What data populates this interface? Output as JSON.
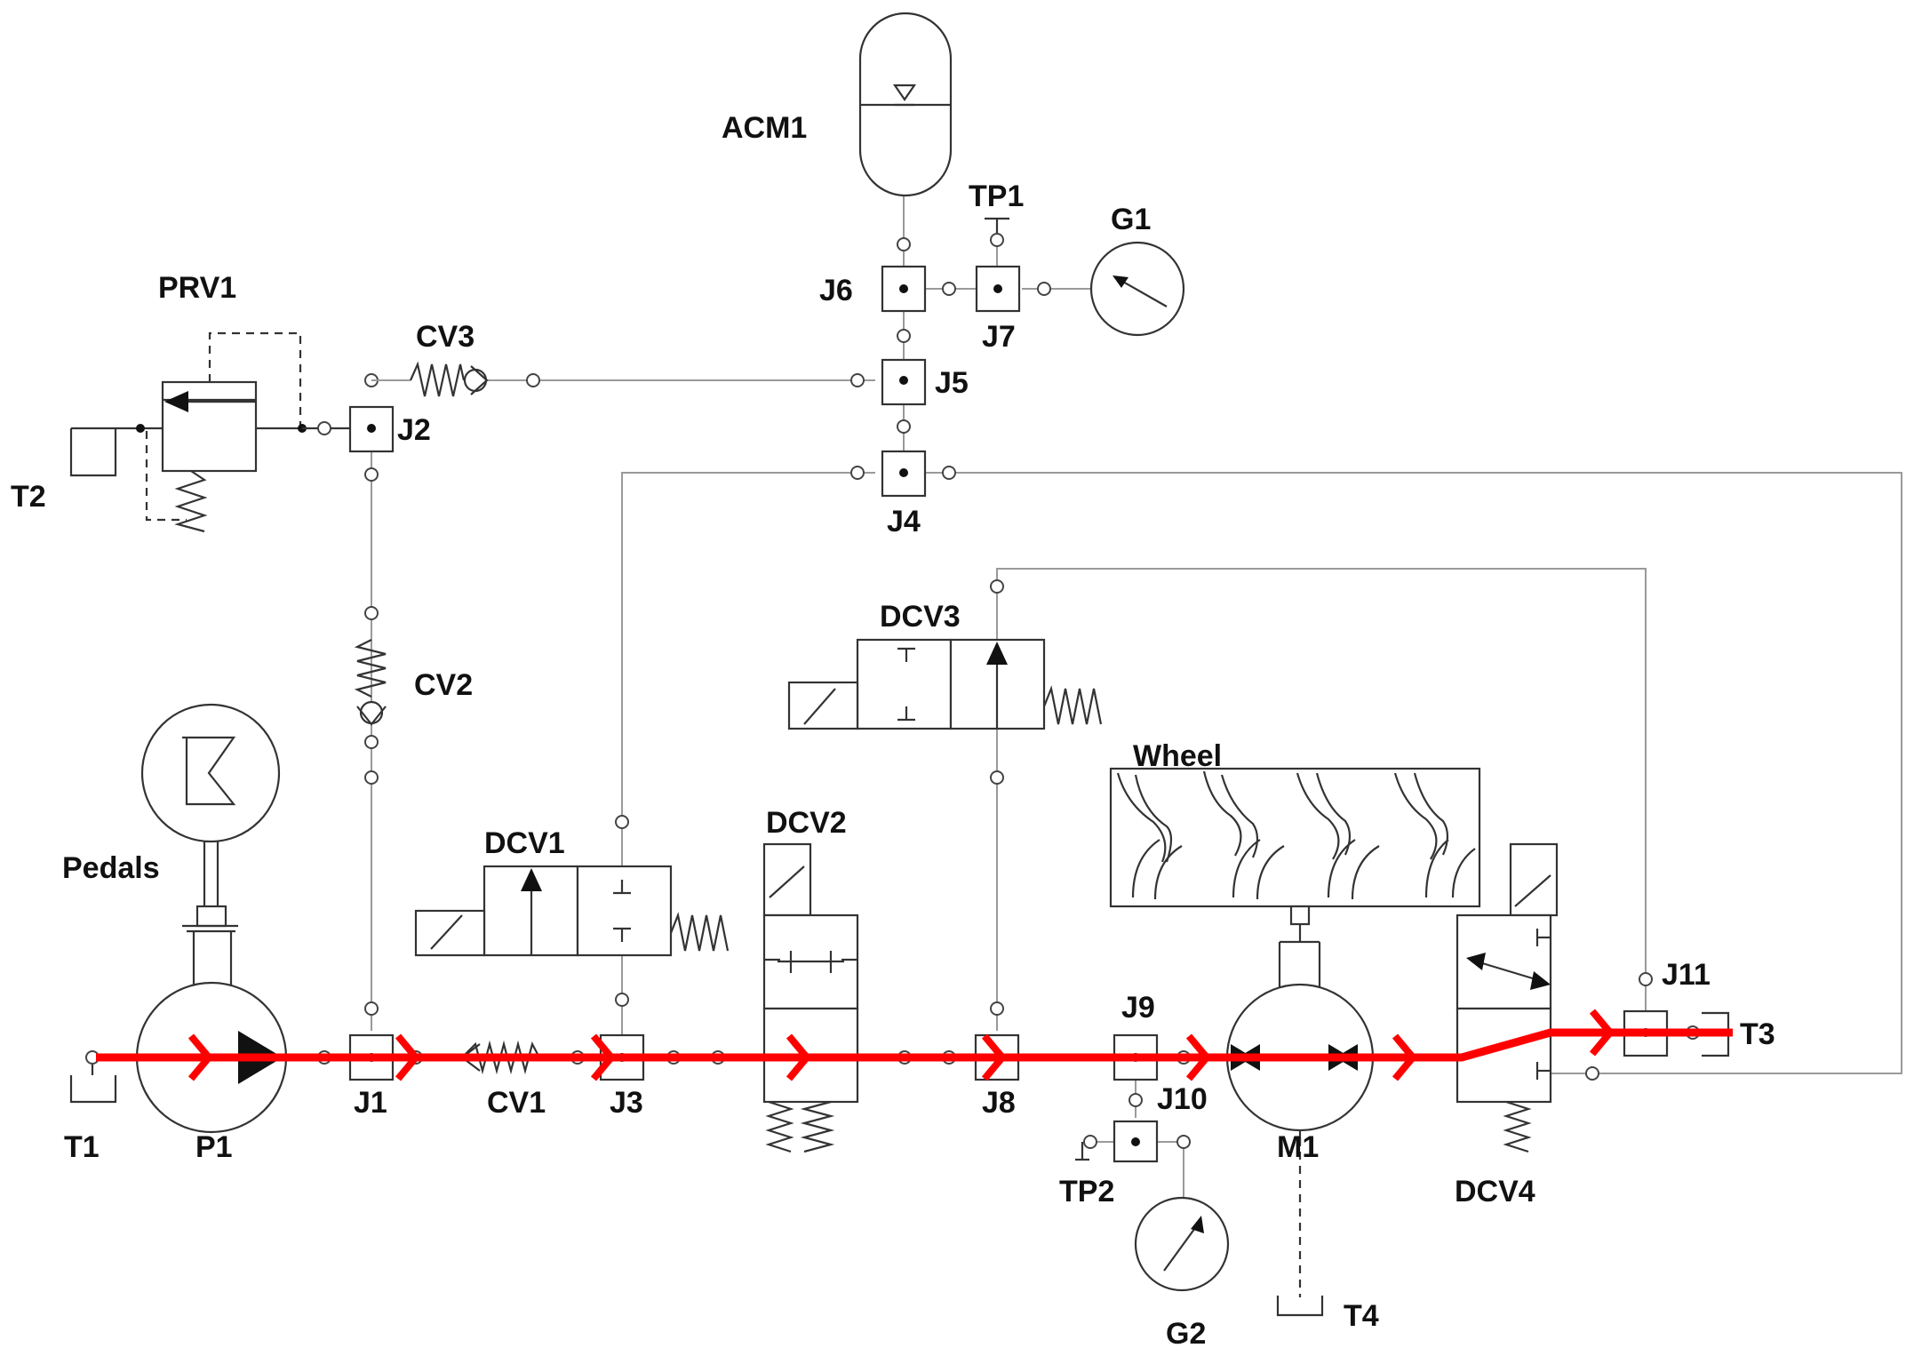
{
  "diagram": {
    "labels": {
      "acm1": "ACM1",
      "tp1": "TP1",
      "g1": "G1",
      "j6": "J6",
      "j7": "J7",
      "j5": "J5",
      "j4": "J4",
      "prv1": "PRV1",
      "cv3": "CV3",
      "j2": "J2",
      "t2": "T2",
      "cv2": "CV2",
      "dcv3": "DCV3",
      "wheel": "Wheel",
      "dcv1": "DCV1",
      "dcv2": "DCV2",
      "pedals": "Pedals",
      "j9": "J9",
      "j11": "J11",
      "t3": "T3",
      "t1": "T1",
      "p1": "P1",
      "j1": "J1",
      "cv1": "CV1",
      "j3": "J3",
      "j8": "J8",
      "j10": "J10",
      "m1": "M1",
      "tp2": "TP2",
      "dcv4": "DCV4",
      "g2": "G2",
      "t4": "T4"
    },
    "colors": {
      "flow_path": "#ff0000",
      "line": "#333333",
      "pipe": "#9a9a9a",
      "background": "#ffffff"
    },
    "highlighted_flow": "T1 → P1 → J1 → CV1 → J3 → DCV2 → J8 → J9 → M1 → DCV4 → J11 → T3"
  }
}
